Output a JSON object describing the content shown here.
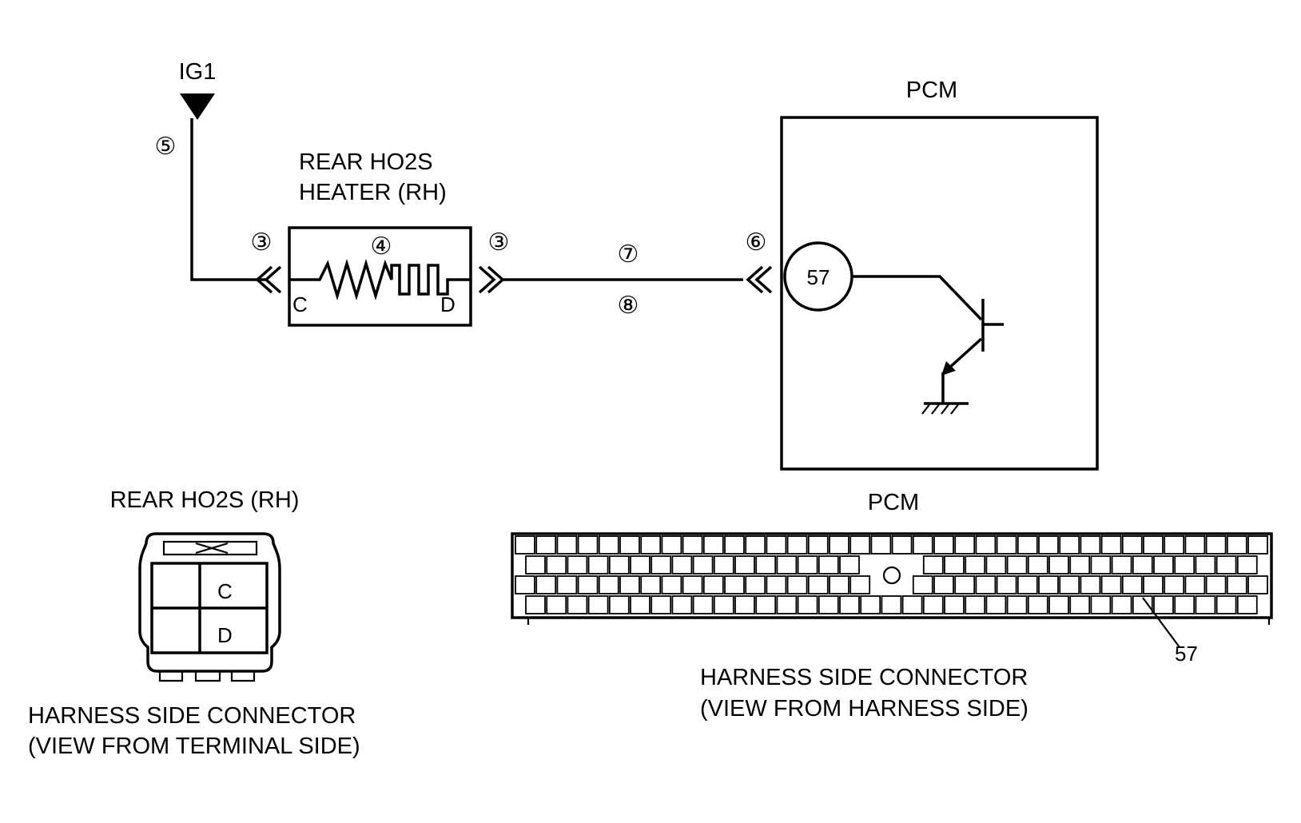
{
  "circuit": {
    "power_label": "IG1",
    "sensor_title_line1": "REAR HO2S",
    "sensor_title_line2": "HEATER (RH)",
    "pcm_title": "PCM",
    "terminal_c": "C",
    "terminal_d": "D",
    "pcm_terminal": "57",
    "callouts": {
      "ig1_wire": "⑤",
      "connector_left": "③",
      "heater": "④",
      "connector_right": "③",
      "wire_upper": "⑦",
      "wire_lower": "⑧",
      "pcm_connector": "⑥"
    }
  },
  "sensor_connector": {
    "title": "REAR HO2S (RH)",
    "pin_c": "C",
    "pin_d": "D",
    "caption_line1": "HARNESS SIDE CONNECTOR",
    "caption_line2": "(VIEW FROM TERMINAL SIDE)"
  },
  "pcm_connector": {
    "title": "PCM",
    "pin_callout": "57",
    "caption_line1": "HARNESS SIDE CONNECTOR",
    "caption_line2": "(VIEW FROM HARNESS SIDE)"
  }
}
